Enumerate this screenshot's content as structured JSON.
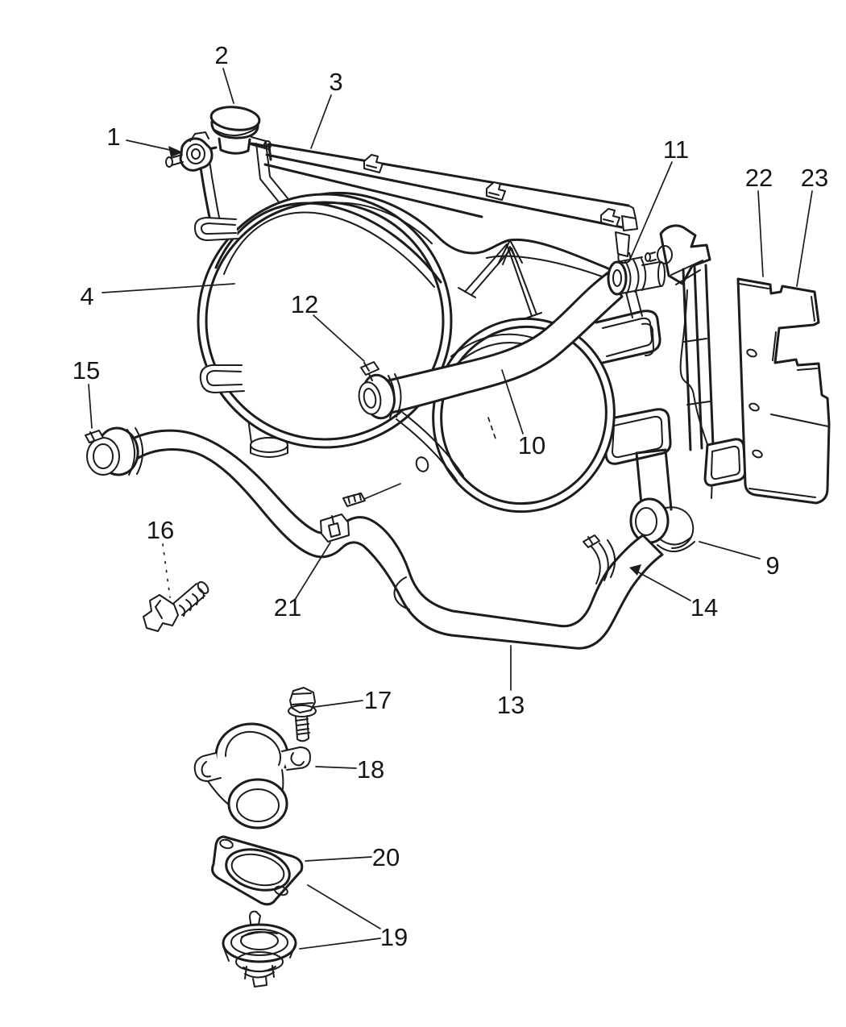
{
  "page": {
    "background": "#ffffff",
    "line_color": "#1c1c1c"
  },
  "diagram": {
    "kind": "exploded-parts-line-drawing",
    "callouts": [
      {
        "label": "1"
      },
      {
        "label": "2"
      },
      {
        "label": "3"
      },
      {
        "label": "4"
      },
      {
        "label": "9"
      },
      {
        "label": "10"
      },
      {
        "label": "11"
      },
      {
        "label": "12"
      },
      {
        "label": "13"
      },
      {
        "label": "14"
      },
      {
        "label": "15"
      },
      {
        "label": "16"
      },
      {
        "label": "17"
      },
      {
        "label": "18"
      },
      {
        "label": "19"
      },
      {
        "label": "20"
      },
      {
        "label": "21"
      },
      {
        "label": "22"
      },
      {
        "label": "23"
      }
    ]
  }
}
